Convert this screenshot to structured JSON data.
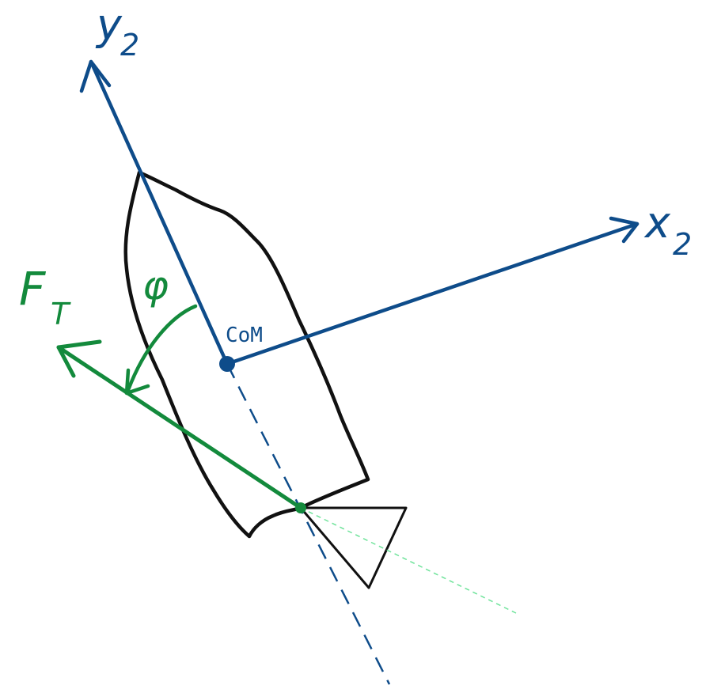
{
  "diagram": {
    "labels": {
      "y_axis": "y",
      "y_axis_sub": "2",
      "x_axis": "x",
      "x_axis_sub": "2",
      "thrust": "F",
      "thrust_sub": "T",
      "angle": "φ",
      "center_of_mass": "CoM"
    },
    "colors": {
      "axes": "#0e4c8a",
      "thrust": "#138a3c",
      "thrust_line": "#6ee39a",
      "outline": "#111111",
      "background": "#ffffff"
    },
    "icons": {
      "body": "rocket-body-outline",
      "nozzle": "nozzle-triangle",
      "com_marker": "filled-dot"
    }
  }
}
